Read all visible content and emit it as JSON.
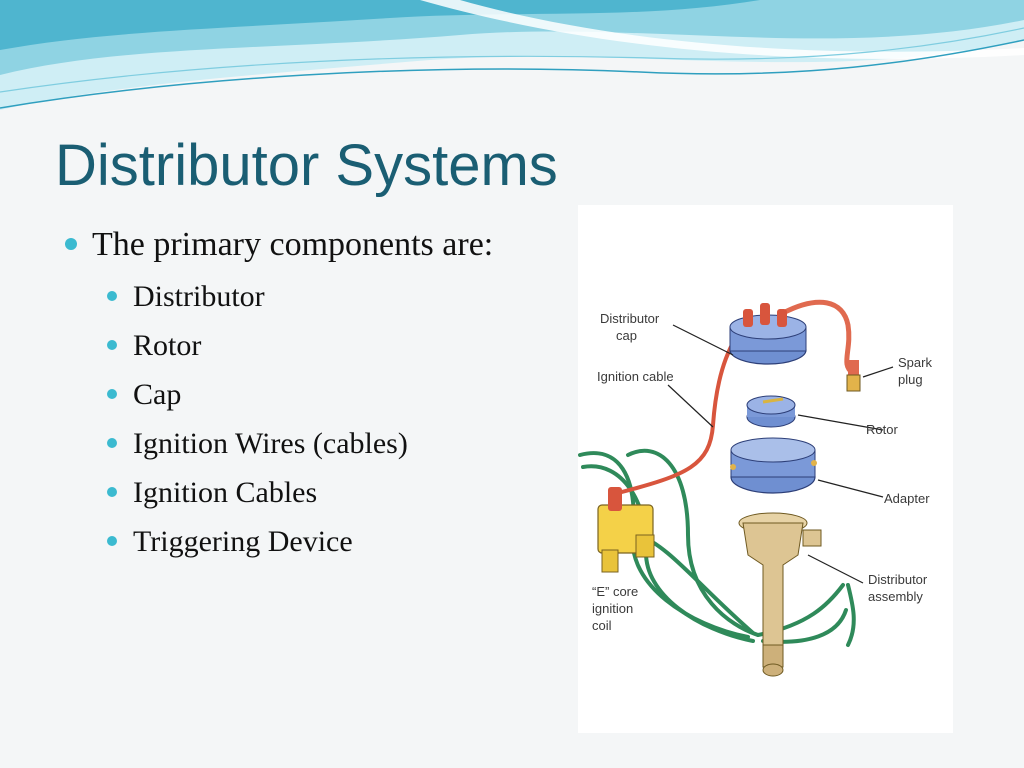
{
  "slide": {
    "title": "Distributor Systems",
    "bullet": "The primary components are:",
    "sub_items": [
      "Distributor",
      "Rotor",
      "Cap",
      "Ignition Wires (cables)",
      "Ignition Cables",
      "Triggering Device"
    ]
  },
  "diagram": {
    "labels": {
      "distributor_cap": [
        "Distributor",
        "cap"
      ],
      "ignition_cable": "Ignition cable",
      "spark_plug": [
        "Spark",
        "plug"
      ],
      "rotor": "Rotor",
      "adapter": "Adapter",
      "distributor_assembly": [
        "Distributor",
        "assembly"
      ],
      "coil": [
        "“E” core",
        "ignition",
        "coil"
      ]
    }
  },
  "colors": {
    "title": "#1a5e73",
    "bullet": "#3bbad0",
    "wave_light": "#bfe6ef",
    "wave_dark": "#6cc4d8"
  }
}
